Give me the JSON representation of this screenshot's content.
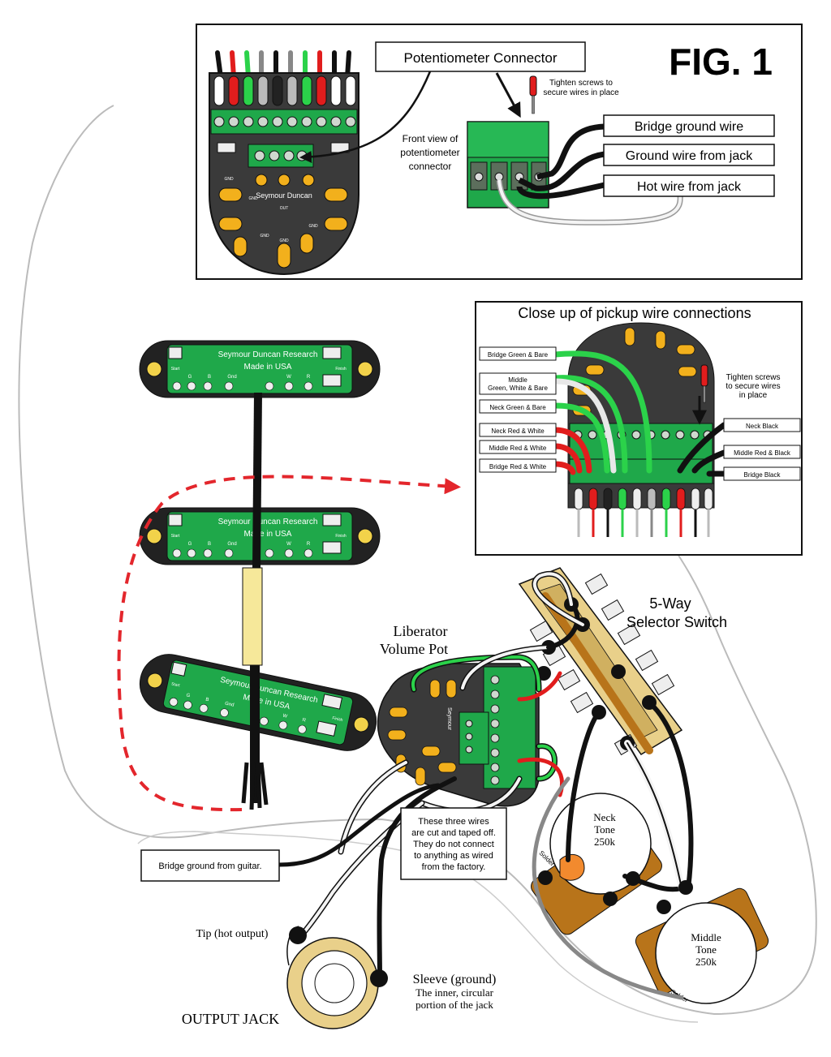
{
  "fig1": {
    "title": "FIG. 1",
    "connector_callout": "Potentiometer Connector",
    "screw_note_1": "Tighten screws to",
    "screw_note_2": "secure wires in place",
    "front_view_1": "Front view of",
    "front_view_2": "potentiometer",
    "front_view_3": "connector",
    "labels": [
      "Bridge ground wire",
      "Ground wire from jack",
      "Hot wire from jack"
    ],
    "board_brand": "Seymour Duncan",
    "board_marks": [
      "GND",
      "GND",
      "GND",
      "GND",
      "GND",
      "OUT"
    ]
  },
  "closeup": {
    "title": "Close up of pickup wire connections",
    "left_labels": [
      "Bridge Green & Bare",
      "Middle",
      "Green, White & Bare",
      "Neck Green & Bare",
      "Neck Red & White",
      "Middle Red & White",
      "Bridge Red & White"
    ],
    "right_labels": [
      "Neck Black",
      "Middle Red & Black",
      "Bridge Black"
    ],
    "screw_note_1": "Tighten screws",
    "screw_note_2": "to secure wires",
    "screw_note_3": "in place"
  },
  "pickups": {
    "brand": "Seymour Duncan Research",
    "made": "Made in USA",
    "pads": [
      "Finish",
      "Start",
      "G",
      "B",
      "Gnd",
      "W",
      "R"
    ]
  },
  "components": {
    "volume_pot_1": "Liberator",
    "volume_pot_2": "Volume Pot",
    "volume_brand": "Seymour",
    "switch_1": "5-Way",
    "switch_2": "Selector Switch",
    "neck_tone": [
      "Neck",
      "Tone",
      "250k"
    ],
    "middle_tone": [
      "Middle",
      "Tone",
      "250k"
    ],
    "solder": "Solder"
  },
  "notes": {
    "taped_off": [
      "These three wires",
      "are cut and taped off.",
      "They do not connect",
      "to anything as wired",
      "from the factory."
    ],
    "bridge_ground": "Bridge ground from guitar.",
    "tip": "Tip (hot output)",
    "sleeve": [
      "Sleeve (ground)",
      "The inner, circular",
      "portion of the jack"
    ],
    "output_jack": "OUTPUT JACK"
  },
  "colors": {
    "pcb_green": "#1fa84a",
    "board_gray": "#3a3a3a",
    "pad_gold": "#f2b01c",
    "wire_red": "#e11d1d",
    "wire_green": "#2bd24a",
    "wire_black": "#111111",
    "wire_white": "#f4f4f4",
    "pot_brown": "#b8741a",
    "switch_tan": "#e9d08a",
    "dashed_arrow": "#e3262c"
  },
  "icons": [
    "screwdriver-icon",
    "arrow-down-icon",
    "dashed-arrow-icon"
  ]
}
